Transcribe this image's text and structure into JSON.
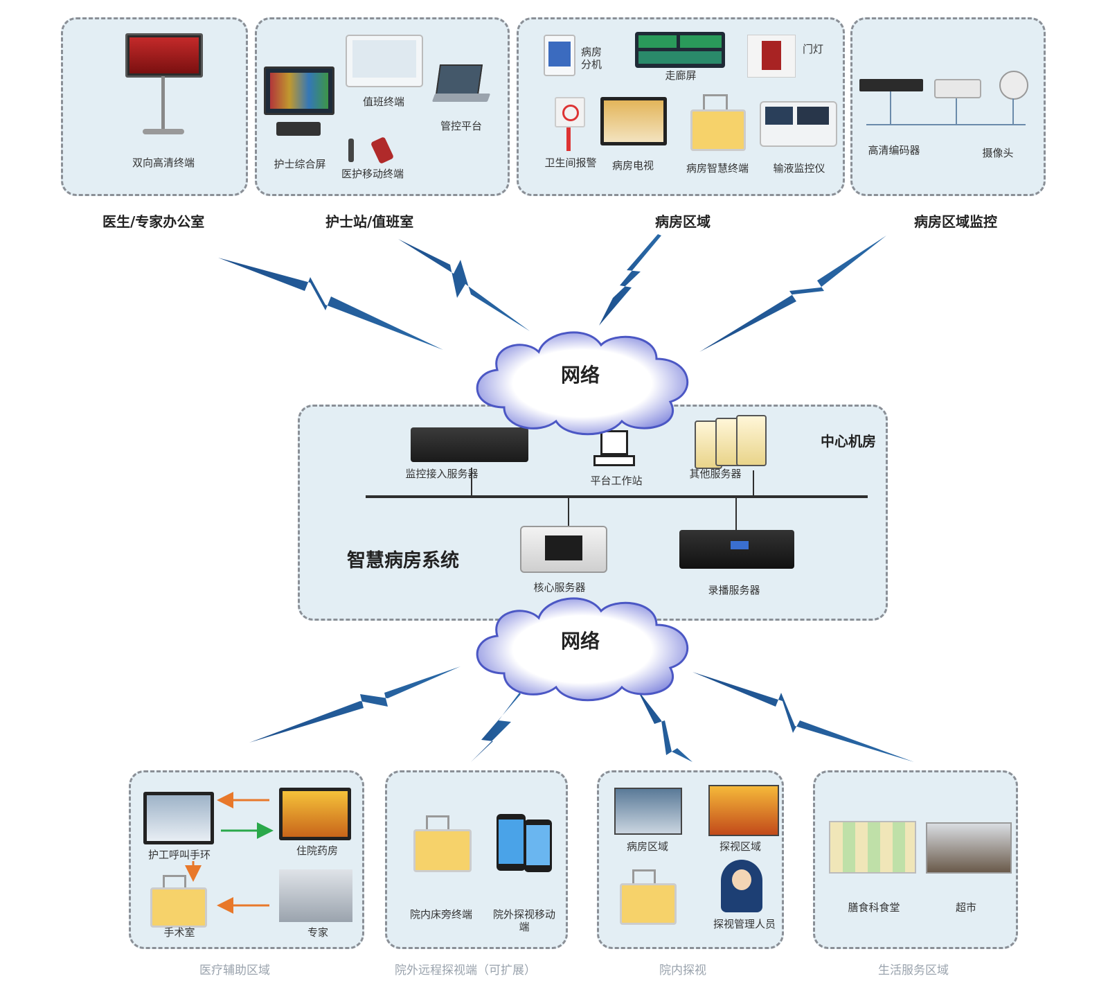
{
  "top_zones": [
    {
      "title": "医生/专家办公室",
      "devices": [
        "双向高清终端"
      ]
    },
    {
      "title": "护士站/值班室",
      "devices": [
        "值班终端",
        "管控平台",
        "护士综合屏",
        "医护移动终端"
      ]
    },
    {
      "title": "病房区域",
      "devices": [
        "病房分机",
        "走廊屏",
        "门灯",
        "卫生间报警",
        "病房电视",
        "病房智慧终端",
        "输液监控仪"
      ]
    },
    {
      "title": "病房区域监控",
      "devices": [
        "高清编码器",
        "摄像头"
      ]
    }
  ],
  "network_label_top": "网络",
  "network_label_bottom": "网络",
  "center": {
    "title": "中心机房",
    "system_name": "智慧病房系统",
    "devices": [
      "监控接入服务器",
      "平台工作站",
      "其他服务器",
      "核心服务器",
      "录播服务器"
    ]
  },
  "bottom_zones": [
    {
      "title": "医疗辅助区域",
      "devices": [
        "护工呼叫手环",
        "住院药房",
        "手术室",
        "专家"
      ]
    },
    {
      "title": "院外远程探视端（可扩展）",
      "devices": [
        "院内床旁终端",
        "院外探视移动端"
      ]
    },
    {
      "title": "院内探视",
      "devices": [
        "病房区域",
        "探视区域",
        "探视管理人员"
      ]
    },
    {
      "title": "生活服务区域",
      "devices": [
        "膳食科食堂",
        "超市"
      ]
    }
  ],
  "colors": {
    "zone_bg": "#e3eef4",
    "dash": "#8a8f96",
    "bolt": "#1d4f8c",
    "cloud_edge": "#4b57c4",
    "arrow_orange": "#e8782a",
    "arrow_green": "#2aa84a"
  }
}
